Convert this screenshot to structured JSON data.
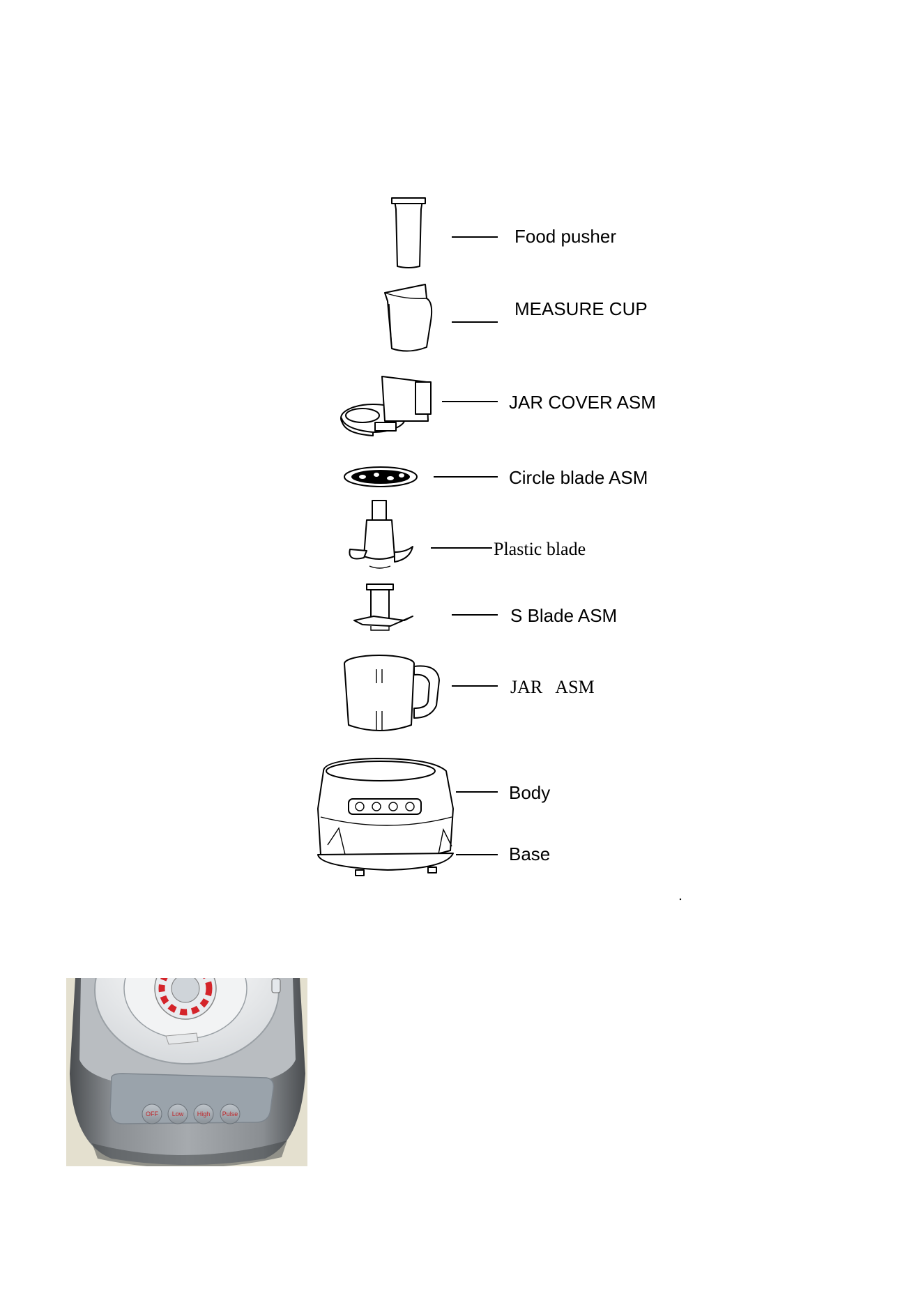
{
  "diagram": {
    "parts": [
      {
        "id": "food-pusher",
        "label": "Food pusher"
      },
      {
        "id": "measure-cup",
        "label": "MEASURE CUP"
      },
      {
        "id": "jar-cover",
        "label": "JAR COVER ASM"
      },
      {
        "id": "circle-blade",
        "label": "Circle blade ASM"
      },
      {
        "id": "plastic-blade",
        "label": "Plastic blade"
      },
      {
        "id": "s-blade",
        "label": "S Blade ASM"
      },
      {
        "id": "jar",
        "label": "JAR   ASM"
      },
      {
        "id": "body",
        "label": "Body"
      },
      {
        "id": "base",
        "label": "Base"
      }
    ]
  },
  "control_panel": {
    "buttons": [
      {
        "id": "off",
        "label": "OFF"
      },
      {
        "id": "low",
        "label": "Low"
      },
      {
        "id": "high",
        "label": "High"
      },
      {
        "id": "pulse",
        "label": "Pulse"
      }
    ],
    "colors": {
      "button_text": "#c0262a",
      "panel": "#9aa3ab",
      "housing": "#6e7276"
    }
  }
}
